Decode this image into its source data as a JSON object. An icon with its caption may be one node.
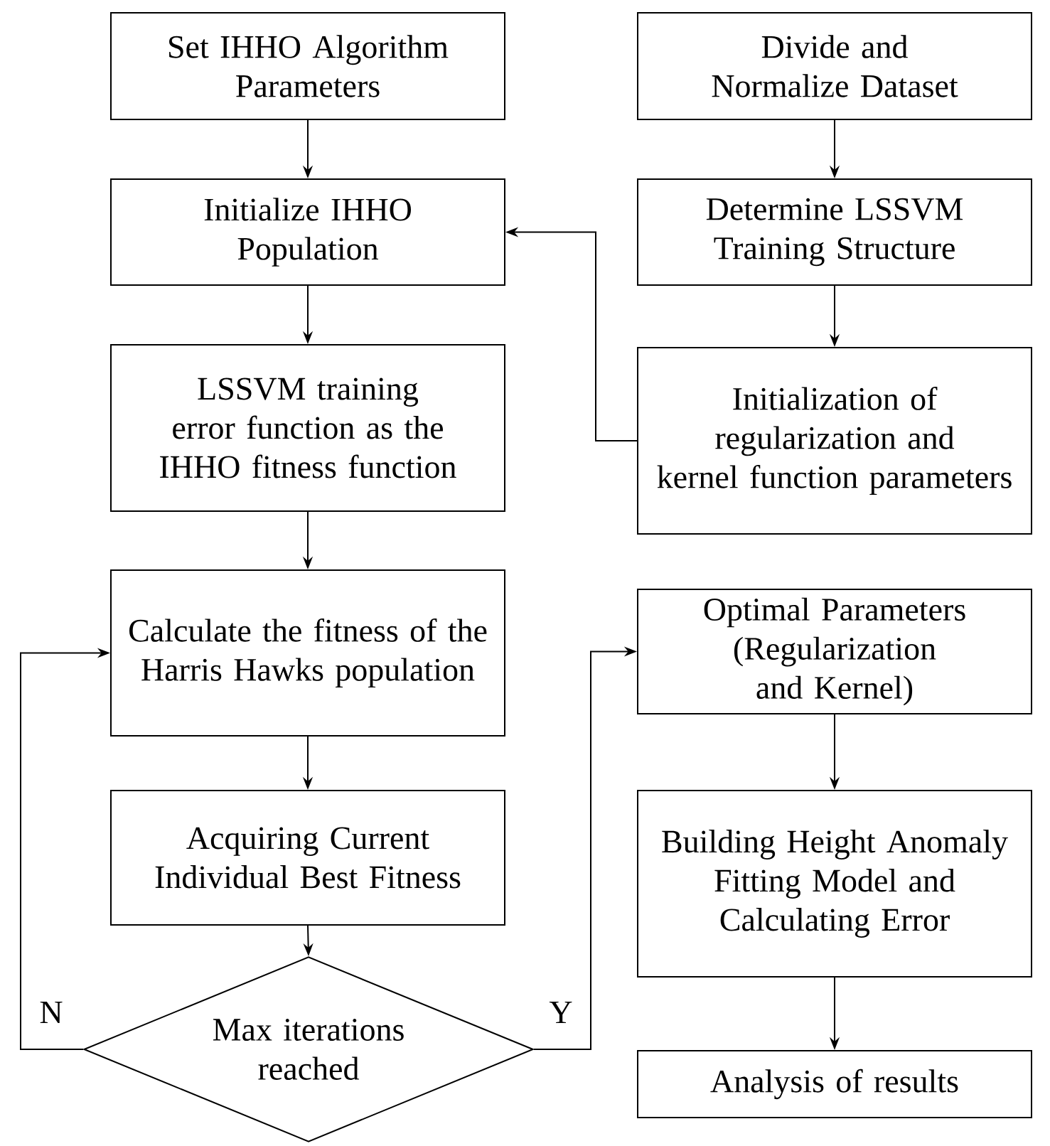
{
  "diagram": {
    "nodes": [
      {
        "text": [
          "Set IHHO Algorithm Parameters"
        ]
      },
      {
        "text": [
          "Initialize IHHO Population"
        ]
      },
      {
        "text": [
          "LSSVM training error function as the IHHO fitness function"
        ]
      },
      {
        "text": [
          "Calculate the fitness of the Harris Hawks population"
        ]
      },
      {
        "text": [
          "Acquiring Current Individual Best Fitness"
        ]
      },
      {
        "text": [
          "Max iterations reached"
        ]
      },
      {
        "text": [
          "Divide and Normalize Dataset"
        ]
      },
      {
        "text": [
          "Determine LSSVM Training Structure"
        ]
      },
      {
        "text": [
          "Initialization of regularization and kernel function parameters"
        ]
      },
      {
        "text": [
          "Optimal Parameters (Regularization and Kernel)"
        ]
      },
      {
        "text": [
          "Building Height Anomaly Fitting Model and Calculating Error"
        ]
      },
      {
        "text": [
          "Analysis of results"
        ]
      }
    ],
    "edges": [
      {
        "from": 0,
        "to": 1,
        "arrow": "to"
      },
      {
        "from": 1,
        "to": 2,
        "arrow": "to"
      },
      {
        "from": 2,
        "to": 3,
        "arrow": "to"
      },
      {
        "from": 3,
        "to": 4,
        "arrow": "to"
      },
      {
        "from": 4,
        "to": 5,
        "arrow": "to"
      },
      {
        "from": 5,
        "to": 3,
        "arrow": "to",
        "label": "N"
      },
      {
        "from": 5,
        "to": 9,
        "arrow": "to",
        "label": "Y"
      },
      {
        "from": 6,
        "to": 7,
        "arrow": "to"
      },
      {
        "from": 7,
        "to": 8,
        "arrow": "to"
      },
      {
        "from": 8,
        "to": 1,
        "arrow": "to"
      },
      {
        "from": 9,
        "to": 10,
        "arrow": "to"
      },
      {
        "from": 10,
        "to": 11,
        "arrow": "to"
      }
    ]
  }
}
